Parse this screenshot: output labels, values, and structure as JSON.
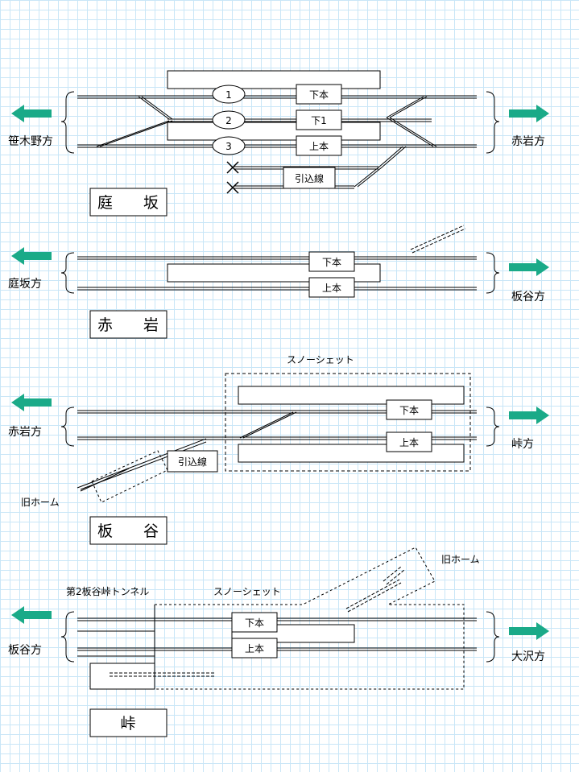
{
  "colors": {
    "arrow": "#1aaa88",
    "grid": "#c9e6f7",
    "line": "#000000"
  },
  "sections": [
    {
      "station": "庭　　坂",
      "left_dir": "笹木野方",
      "right_dir": "赤岩方",
      "platforms": [
        "下本",
        "下1",
        "上本"
      ],
      "track_numbers": [
        "1",
        "2",
        "3"
      ],
      "siding": "引込線"
    },
    {
      "station": "赤　　岩",
      "left_dir": "庭坂方",
      "right_dir": "板谷方",
      "platforms": [
        "下本",
        "上本"
      ]
    },
    {
      "station": "板　　谷",
      "left_dir": "赤岩方",
      "right_dir": "峠方",
      "platforms": [
        "下本",
        "上本"
      ],
      "siding": "引込線",
      "snowshed": "スノーシェット",
      "old_home": "旧ホーム"
    },
    {
      "station": "峠",
      "left_dir": "板谷方",
      "right_dir": "大沢方",
      "platforms": [
        "下本",
        "上本"
      ],
      "tunnel": "第2板谷峠トンネル",
      "snowshed": "スノーシェット",
      "old_home": "旧ホーム"
    }
  ]
}
